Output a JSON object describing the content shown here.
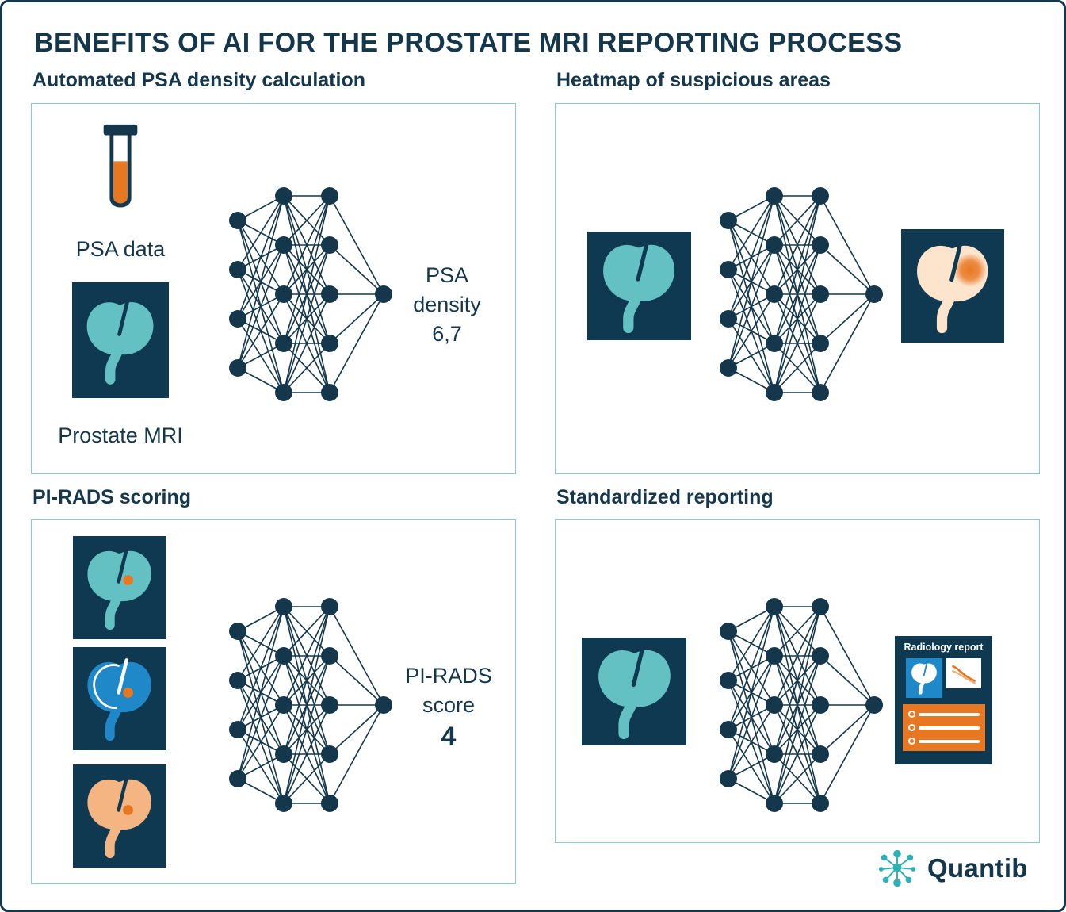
{
  "page": {
    "title": "BENEFITS OF AI FOR THE PROSTATE MRI REPORTING PROCESS"
  },
  "panels": {
    "psa": {
      "title": "Automated PSA density calculation",
      "psa_label": "PSA data",
      "mri_label": "Prostate MRI",
      "output_line1": "PSA",
      "output_line2": "density",
      "output_value": "6,7",
      "network_layers": [
        4,
        5,
        5,
        1
      ]
    },
    "heatmap": {
      "title": "Heatmap of suspicious areas",
      "network_layers": [
        4,
        5,
        5,
        1
      ]
    },
    "pirads": {
      "title": "PI-RADS scoring",
      "output_line1": "PI-RADS",
      "output_line2": "score",
      "output_value": "4",
      "network_layers": [
        4,
        5,
        5,
        1
      ]
    },
    "reporting": {
      "title": "Standardized reporting",
      "report_title": "Radiology report",
      "network_layers": [
        4,
        5,
        5,
        1
      ]
    }
  },
  "logo": {
    "text": "Quantib"
  },
  "colors": {
    "navy": "#14374c",
    "tile_navy": "#0e3950",
    "teal": "#63c0c3",
    "panel_border": "#84ced1",
    "orange": "#e87722",
    "peach": "#fce4cd",
    "salmon": "#f5b583",
    "blue": "#1e88c9",
    "logo_teal": "#2eb0b4"
  }
}
